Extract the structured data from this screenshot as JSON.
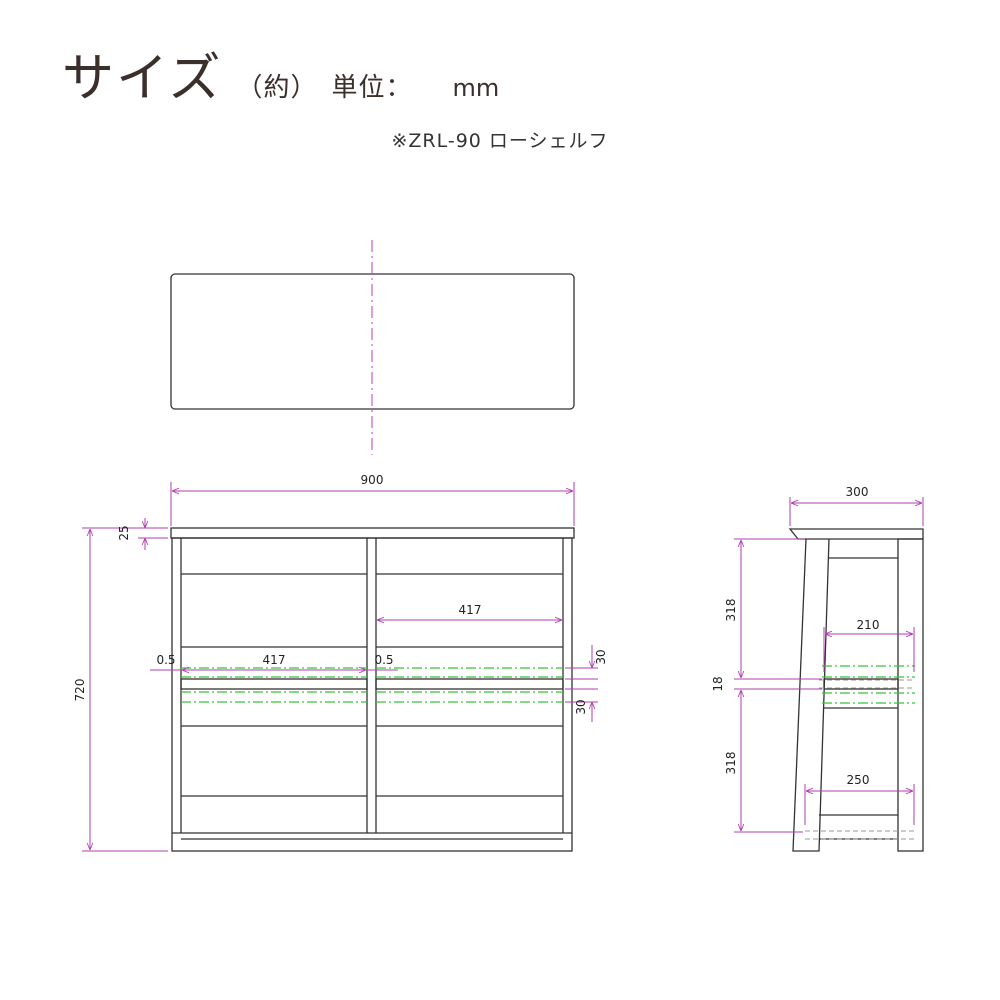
{
  "header": {
    "title": "サイズ",
    "approx": "（約）",
    "unit_label": "単位：",
    "unit": "mm",
    "model": "※ZRL-90 ローシェルフ"
  },
  "dimensions": {
    "width": "900",
    "top_thickness": "25",
    "height": "720",
    "inner_width": "417",
    "inner_width_left": "417",
    "gap_left": "0.5",
    "gap_right": "0.5",
    "shelf_pitch_upper": "30",
    "shelf_pitch_lower": "30",
    "depth": "300",
    "upper_height": "318",
    "shelf_thickness": "18",
    "lower_height": "318",
    "upper_shelf_depth": "210",
    "lower_shelf_depth": "250"
  },
  "colors": {
    "line": "#333333",
    "dimension": "#b23cb2",
    "adjustable": "#3ac23a"
  }
}
